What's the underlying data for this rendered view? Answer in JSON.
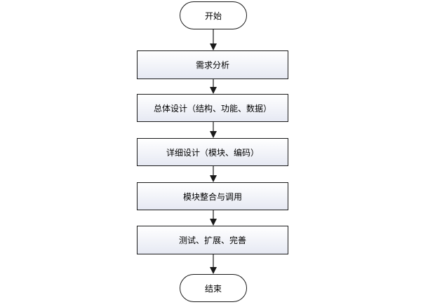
{
  "nodes": [
    {
      "id": "start",
      "kind": "terminal",
      "label": "开始"
    },
    {
      "id": "requirements",
      "kind": "process",
      "label": "需求分析"
    },
    {
      "id": "overall-design",
      "kind": "process",
      "label": "总体设计（结构、功能、数据）"
    },
    {
      "id": "detailed-design",
      "kind": "process",
      "label": "详细设计（模块、编码）"
    },
    {
      "id": "integration",
      "kind": "process",
      "label": "模块整合与调用"
    },
    {
      "id": "testing",
      "kind": "process",
      "label": "测试、扩展、完善"
    },
    {
      "id": "end",
      "kind": "terminal",
      "label": "结束"
    }
  ],
  "edges": [
    {
      "from": "start",
      "to": "requirements"
    },
    {
      "from": "requirements",
      "to": "overall-design"
    },
    {
      "from": "overall-design",
      "to": "detailed-design"
    },
    {
      "from": "detailed-design",
      "to": "integration"
    },
    {
      "from": "integration",
      "to": "testing"
    },
    {
      "from": "testing",
      "to": "end"
    }
  ],
  "colors": {
    "stroke": "#1a1a1a",
    "box_fill_top": "#ffffff",
    "box_fill_bottom": "#e6e9f3"
  }
}
